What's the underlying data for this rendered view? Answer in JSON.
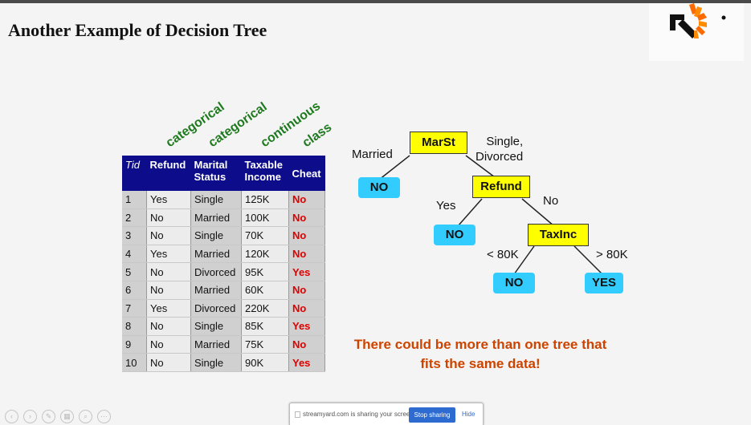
{
  "slide": {
    "title": "Another Example of Decision Tree"
  },
  "column_types": [
    "categorical",
    "categorical",
    "continuous",
    "class"
  ],
  "table": {
    "headers": [
      "Tid",
      "Refund",
      "Marital Status",
      "Taxable Income",
      "Cheat"
    ],
    "rows": [
      [
        "1",
        "Yes",
        "Single",
        "125K",
        "No"
      ],
      [
        "2",
        "No",
        "Married",
        "100K",
        "No"
      ],
      [
        "3",
        "No",
        "Single",
        "70K",
        "No"
      ],
      [
        "4",
        "Yes",
        "Married",
        "120K",
        "No"
      ],
      [
        "5",
        "No",
        "Divorced",
        "95K",
        "Yes"
      ],
      [
        "6",
        "No",
        "Married",
        "60K",
        "No"
      ],
      [
        "7",
        "Yes",
        "Divorced",
        "220K",
        "No"
      ],
      [
        "8",
        "No",
        "Single",
        "85K",
        "Yes"
      ],
      [
        "9",
        "No",
        "Married",
        "75K",
        "No"
      ],
      [
        "10",
        "No",
        "Single",
        "90K",
        "Yes"
      ]
    ]
  },
  "tree": {
    "root": "MarSt",
    "root_left_label": "Married",
    "root_right_label": "Single,\nDivorced",
    "left_leaf": "NO",
    "node2": "Refund",
    "node2_left_label": "Yes",
    "node2_right_label": "No",
    "node2_leaf": "NO",
    "node3": "TaxInc",
    "node3_left_label": "< 80K",
    "node3_right_label": "> 80K",
    "node3_left_leaf": "NO",
    "node3_right_leaf": "YES"
  },
  "note": {
    "line1": "There could be more than one tree that",
    "line2": "fits the same data!"
  },
  "share_bar": {
    "message": "streamyard.com is sharing your screen.",
    "stop_label": "Stop sharing",
    "hide_label": "Hide"
  },
  "colors": {
    "header_bg": "#0d0d8c",
    "class_text": "#e00000",
    "internal_node": "#ffff00",
    "leaf_node": "#33ccff",
    "note_text": "#cc4400",
    "type_label": "#1f7a1f"
  }
}
